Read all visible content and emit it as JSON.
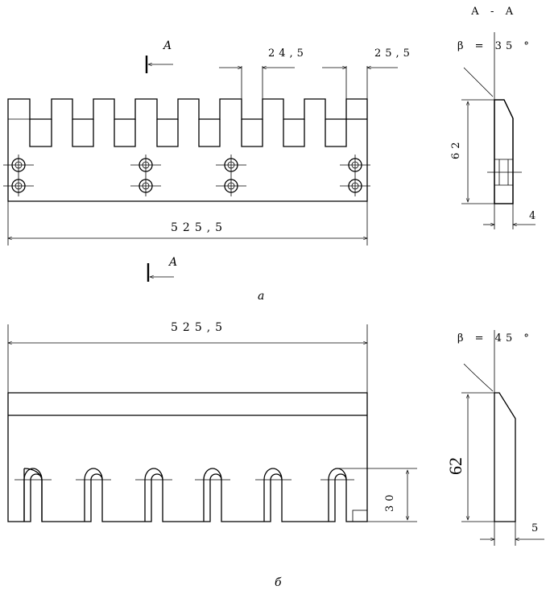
{
  "view_a": {
    "section_letter": "A",
    "dim_tooth_gap": "24,5",
    "dim_tooth_width": "25,5",
    "dim_length": "525,5",
    "caption": "а"
  },
  "section_aa": {
    "title": "А - А",
    "angle": "β = 35 °",
    "height": "62",
    "thickness": "4"
  },
  "view_b": {
    "dim_length": "525,5",
    "dim_slot_depth": "30",
    "caption": "б"
  },
  "profile_b": {
    "angle": "β = 45 °",
    "height": "62",
    "thickness": "5"
  }
}
